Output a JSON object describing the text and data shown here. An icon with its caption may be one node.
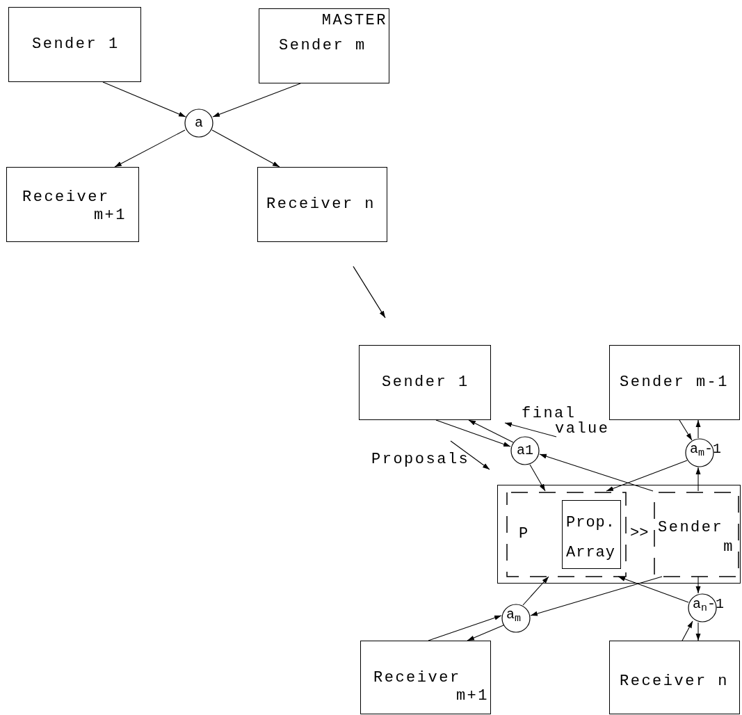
{
  "diagram": {
    "nodes": [
      {
        "text": [
          "Sender 1"
        ]
      },
      {
        "text": [
          "MASTER",
          "Sender m"
        ]
      },
      {
        "text": [
          "a"
        ]
      },
      {
        "text": [
          "Receiver m+1"
        ]
      },
      {
        "text": [
          "Receiver n"
        ]
      },
      {
        "text": [
          "Sender 1"
        ]
      },
      {
        "text": [
          "Sender m-1"
        ]
      },
      {
        "text": [
          "a1"
        ]
      },
      {
        "text": [
          "a$_{m}$-1"
        ]
      },
      {
        "text": [],
        "shape": "box"
      },
      {
        "text": [
          "P"
        ],
        "in": 9
      },
      {
        "text": [
          "Prop. Array"
        ],
        "in": 10
      },
      {
        "text": [
          "Sender m"
        ],
        "in": 9
      },
      {
        "text": [
          "a$_{m}$"
        ]
      },
      {
        "text": [
          "a$_{n}$-1"
        ]
      },
      {
        "text": [
          "Receiver m+1"
        ]
      },
      {
        "text": [
          "Receiver n"
        ]
      },
      {
        "text": [
          "Proposals"
        ]
      },
      {
        "text": [
          "final value"
        ]
      }
    ],
    "edges": [
      {
        "from": 0,
        "to": 2,
        "arrow": "to"
      },
      {
        "from": 1,
        "to": 2,
        "arrow": "to"
      },
      {
        "from": 2,
        "to": 3,
        "arrow": "to"
      },
      {
        "from": 2,
        "to": 4,
        "arrow": "to"
      },
      {
        "from": 5,
        "to": 7,
        "arrow": "to"
      },
      {
        "from": 7,
        "to": 5,
        "arrow": "to"
      },
      {
        "from": 7,
        "to": 10,
        "arrow": "to"
      },
      {
        "from": 12,
        "to": 7,
        "arrow": "to"
      },
      {
        "from": 8,
        "to": 10,
        "arrow": "to"
      },
      {
        "from": 12,
        "to": 8,
        "arrow": "to"
      },
      {
        "from": 6,
        "to": 8,
        "arrow": "to"
      },
      {
        "from": 8,
        "to": 6,
        "arrow": "to"
      },
      {
        "from": 13,
        "to": 10,
        "arrow": "to"
      },
      {
        "from": 12,
        "to": 13,
        "arrow": "to"
      },
      {
        "from": 14,
        "to": 10,
        "arrow": "to"
      },
      {
        "from": 12,
        "to": 14,
        "arrow": "to"
      },
      {
        "from": 15,
        "to": 13,
        "arrow": "to"
      },
      {
        "from": 13,
        "to": 15,
        "arrow": "to"
      },
      {
        "from": 16,
        "to": 14,
        "arrow": "to"
      },
      {
        "from": 14,
        "to": 16,
        "arrow": "to"
      },
      {
        "from": 17,
        "to": null,
        "arrow": "to"
      },
      {
        "from": 18,
        "to": null,
        "arrow": "to"
      }
    ],
    "labels": [
      ">>"
    ]
  }
}
